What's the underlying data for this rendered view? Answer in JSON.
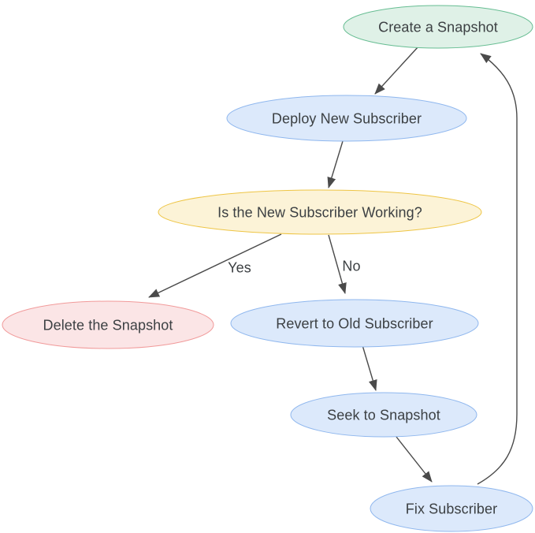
{
  "diagram": {
    "type": "flowchart",
    "background": "#ffffff",
    "edge_color": "#4a4a4a",
    "text_color": "#3c4043",
    "nodes": [
      {
        "id": "create-snapshot",
        "label": "Create a Snapshot",
        "fill": "#dff1e7",
        "stroke": "#66bd92"
      },
      {
        "id": "deploy-new-subscriber",
        "label": "Deploy New Subscriber",
        "fill": "#dce9fb",
        "stroke": "#8fb7ee"
      },
      {
        "id": "is-new-subscriber-working",
        "label": "Is the New Subscriber Working?",
        "fill": "#fcf3d7",
        "stroke": "#eec545"
      },
      {
        "id": "delete-the-snapshot",
        "label": "Delete the Snapshot",
        "fill": "#fbe5e6",
        "stroke": "#f19a9a"
      },
      {
        "id": "revert-to-old-subscriber",
        "label": "Revert to Old Subscriber",
        "fill": "#dce9fb",
        "stroke": "#8fb7ee"
      },
      {
        "id": "seek-to-snapshot",
        "label": "Seek to Snapshot",
        "fill": "#dce9fb",
        "stroke": "#8fb7ee"
      },
      {
        "id": "fix-subscriber",
        "label": "Fix Subscriber",
        "fill": "#dce9fb",
        "stroke": "#8fb7ee"
      }
    ],
    "edges": [
      {
        "from": "create-snapshot",
        "to": "deploy-new-subscriber",
        "label": ""
      },
      {
        "from": "deploy-new-subscriber",
        "to": "is-new-subscriber-working",
        "label": ""
      },
      {
        "from": "is-new-subscriber-working",
        "to": "delete-the-snapshot",
        "label": "Yes"
      },
      {
        "from": "is-new-subscriber-working",
        "to": "revert-to-old-subscriber",
        "label": "No"
      },
      {
        "from": "revert-to-old-subscriber",
        "to": "seek-to-snapshot",
        "label": ""
      },
      {
        "from": "seek-to-snapshot",
        "to": "fix-subscriber",
        "label": ""
      },
      {
        "from": "fix-subscriber",
        "to": "create-snapshot",
        "label": ""
      }
    ]
  }
}
